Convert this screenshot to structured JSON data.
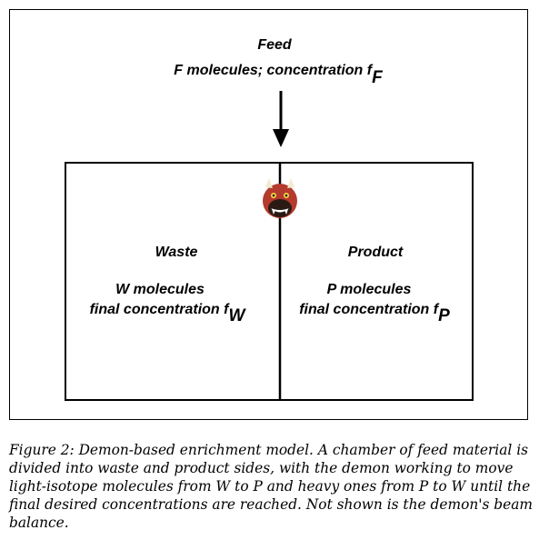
{
  "feed": {
    "title": "Feed",
    "line_prefix": "F molecules; concentration f",
    "line_sub": "F"
  },
  "waste": {
    "title": "Waste",
    "line1": "W molecules",
    "line2_prefix": "final concentration f",
    "line2_sub": "W"
  },
  "product": {
    "title": "Product",
    "line1": "P molecules",
    "line2_prefix": "final concentration f",
    "line2_sub": "P"
  },
  "demon": {
    "glyph": "👹",
    "icon": "ogre-demon-icon"
  },
  "caption": "Figure 2: Demon-based enrichment model. A chamber of feed material is divided into waste and product sides, with the demon working to move light-isotope molecules from W to P and heavy ones from P to W until the final desired concentrations are reached. Not shown is the demon's beam balance."
}
